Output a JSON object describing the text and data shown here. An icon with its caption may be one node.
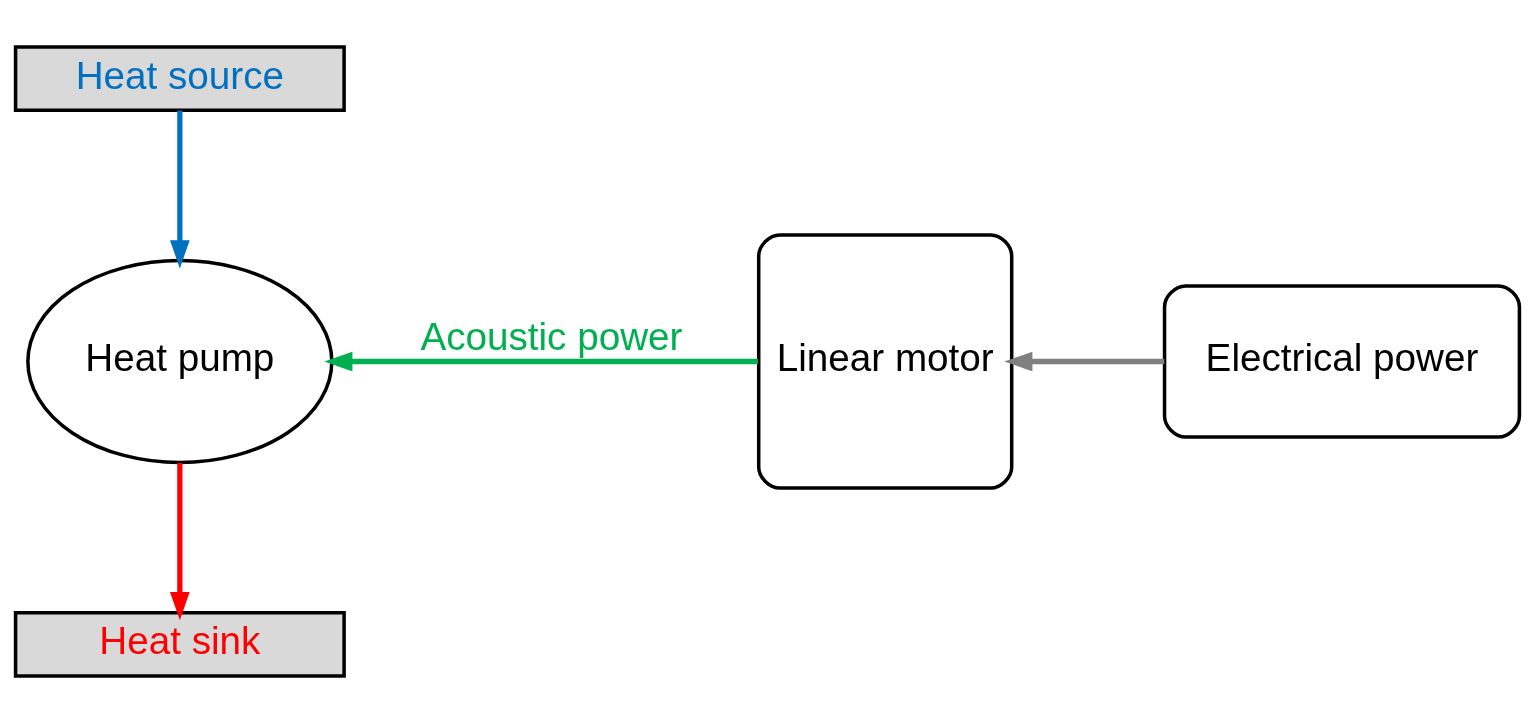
{
  "diagram": {
    "nodes": [
      {
        "text": [
          "Heat sink"
        ]
      },
      {
        "text": [
          "Heat pump"
        ]
      },
      {
        "text": [
          "Heat source"
        ]
      },
      {
        "text": [
          "Linear motor"
        ]
      },
      {
        "text": [
          "Electrical power"
        ]
      }
    ],
    "edges": [
      {
        "from": 1,
        "to": 0,
        "arrow": "to",
        "color": "#ff0000"
      },
      {
        "from": 2,
        "to": 1,
        "arrow": "to",
        "color": "#0070c0"
      },
      {
        "from": 3,
        "to": 1,
        "arrow": "to",
        "label": "Acoustic power",
        "color": "#00b050"
      },
      {
        "from": 4,
        "to": 3,
        "arrow": "to",
        "color": "#808080"
      }
    ]
  }
}
